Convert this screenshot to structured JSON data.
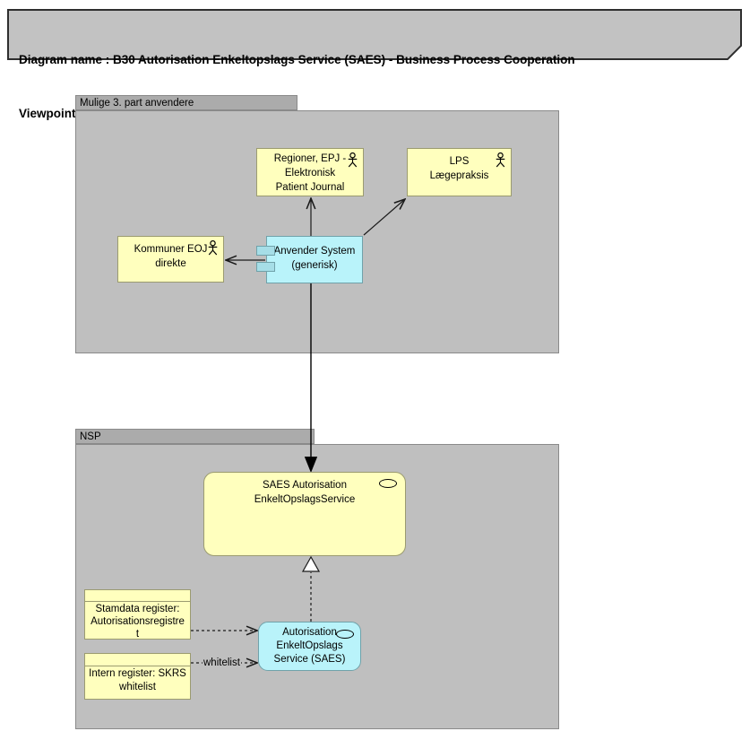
{
  "title": {
    "line1": "Diagram name : B30 Autorisation Enkeltopslags Service (SAES) - Business Process Cooperation",
    "line2": "Viewpoint         : Business Process Cooperation"
  },
  "groups": {
    "mulige": {
      "label": "Mulige 3. part anvendere"
    },
    "nsp": {
      "label": "NSP"
    }
  },
  "nodes": {
    "regioner": {
      "icon": "actor-icon",
      "lines": [
        "Regioner, EPJ -",
        "Elektronisk",
        "Patient Journal"
      ]
    },
    "lps": {
      "icon": "actor-icon",
      "lines": [
        "LPS",
        "Lægepraksis"
      ]
    },
    "kommuner": {
      "icon": "actor-icon",
      "lines": [
        "Kommuner EOJ",
        "direkte"
      ]
    },
    "anvender": {
      "icon": "component-icon",
      "lines": [
        "Anvender System",
        "(generisk)"
      ]
    },
    "saes_service": {
      "icon": "service-oval-icon",
      "lines": [
        "SAES Autorisation",
        "EnkeltOpslagsService"
      ]
    },
    "stamdata": {
      "icon": "business-object-bar",
      "lines": [
        "Stamdata register:",
        "Autorisationsregistre",
        "t"
      ]
    },
    "intern": {
      "icon": "business-object-bar",
      "lines": [
        "Intern register: SKRS",
        "whitelist"
      ]
    },
    "autorisation": {
      "icon": "service-oval-icon",
      "lines": [
        "Autorisation",
        "EnkeltOpslags",
        "Service (SAES)"
      ]
    }
  },
  "edges": {
    "whitelist_label": "whitelist"
  },
  "colors": {
    "yellow_fill": "#FFFFBE",
    "yellow_border": "#9B9B70",
    "cyan_fill": "#B9F3FA",
    "cyan_border": "#70A2AA",
    "group_fill": "#BFBFBF",
    "tab_fill": "#ABABAB",
    "note_fill": "#C2C2C2"
  }
}
